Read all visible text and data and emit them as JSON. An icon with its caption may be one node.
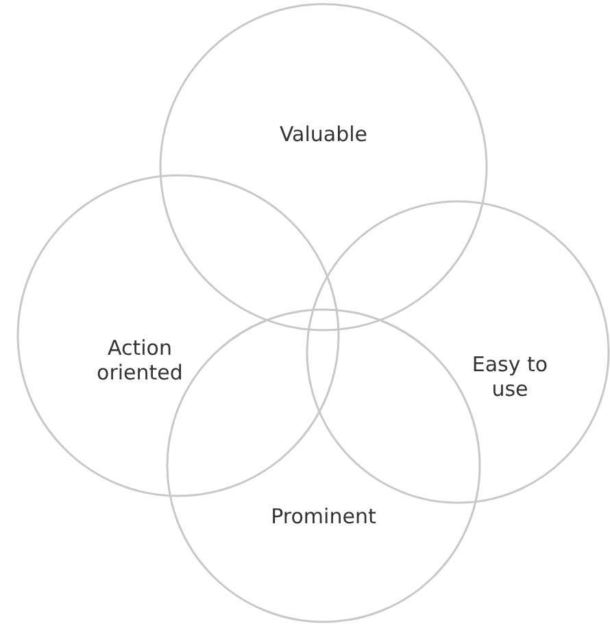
{
  "diagram": {
    "nodes": [
      {
        "text": [
          "Valuable"
        ]
      },
      {
        "text": [
          "Action oriented"
        ]
      },
      {
        "text": [
          "Easy to use"
        ]
      },
      {
        "text": [
          "Prominent"
        ]
      }
    ]
  }
}
